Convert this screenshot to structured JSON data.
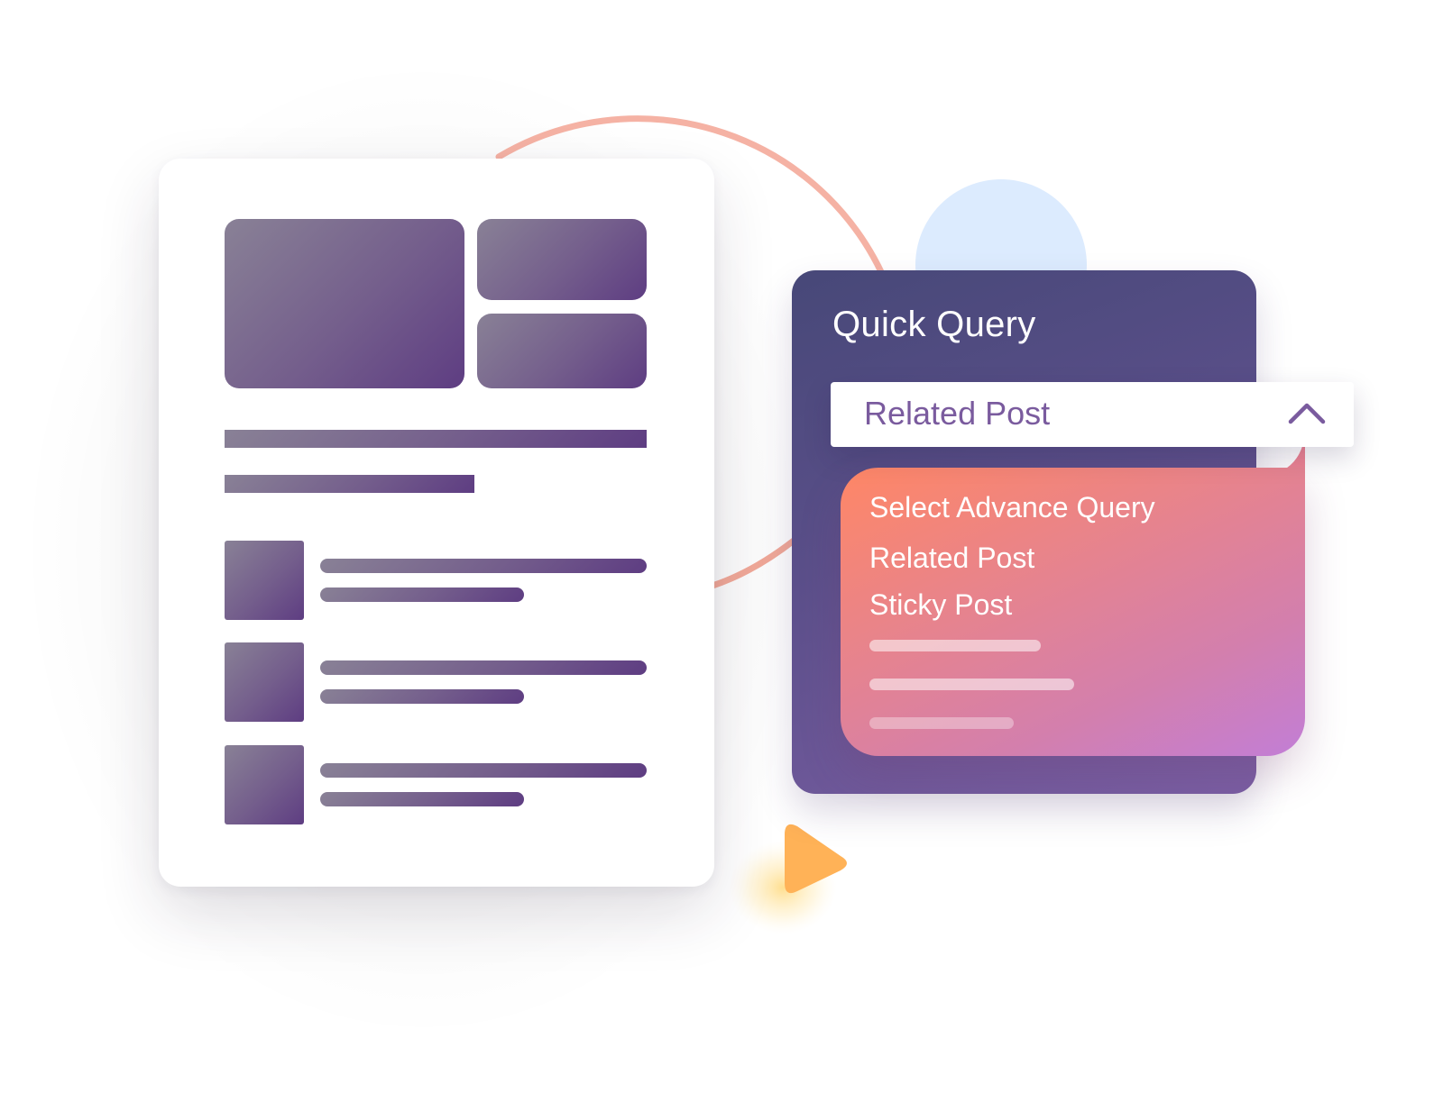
{
  "quick_query": {
    "title": "Quick Query",
    "selected": "Related Post",
    "options": [
      {
        "label": "Select Advance Query"
      },
      {
        "label": "Related Post"
      },
      {
        "label": "Sticky Post"
      }
    ]
  },
  "colors": {
    "panel_start": "#474878",
    "panel_end": "#7a5ea3",
    "dropdown_start": "#ff8766",
    "dropdown_end": "#c27ed6",
    "selected_text": "#7a5b9e",
    "arc": "#f5b2a4",
    "circle": "#dcebfe",
    "play": "#ffb257",
    "doc_block_start": "#898196",
    "doc_block_end": "#5e3d82"
  },
  "icons": {
    "chevron": "chevron-up-icon",
    "play": "play-icon"
  }
}
